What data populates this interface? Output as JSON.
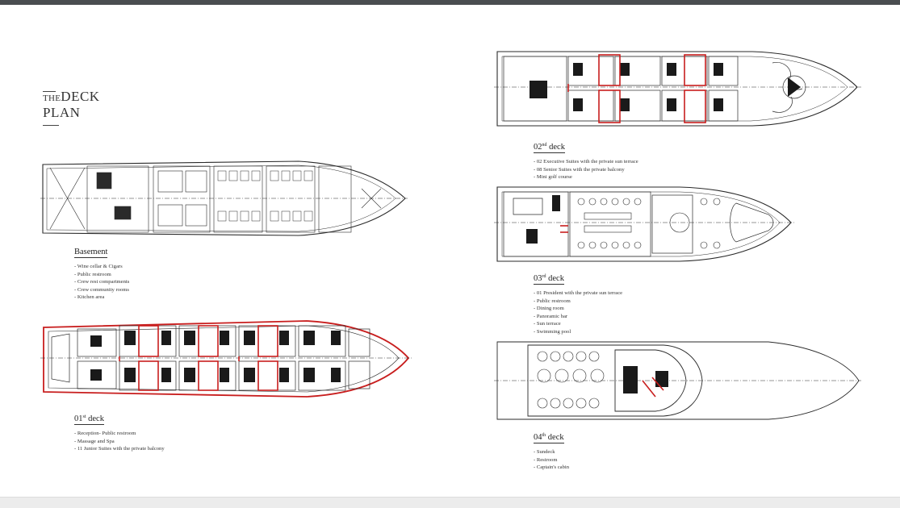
{
  "page": {
    "title_small": "THE",
    "title_line1": "DECK",
    "title_line2": "PLAN"
  },
  "decks": {
    "basement": {
      "title": "Basement",
      "features": [
        "- Wine cellar & Cigars",
        "- Public restroom",
        "- Crew rest compartments",
        "- Crew community rooms",
        "- Kitchen area"
      ]
    },
    "deck01": {
      "number": "01",
      "suffix": "st",
      "label": "deck",
      "features": [
        "- Reception- Public restroom",
        "- Massage and Spa",
        "- 11 Junior Suites with the private balcony"
      ]
    },
    "deck02": {
      "number": "02",
      "suffix": "nd",
      "label": "deck",
      "features": [
        "- 02 Executive Suites with the private sun terrace",
        "- 08 Senior Suites with the private balcony",
        "- Mini golf course"
      ]
    },
    "deck03": {
      "number": "03",
      "suffix": "rd",
      "label": "deck",
      "features": [
        "- 01 President with the private sun terrace",
        "- Public restroom",
        "- Dining room",
        "- Panoramic bar",
        "- Sun terrace",
        "- Swimming pool"
      ]
    },
    "deck04": {
      "number": "04",
      "suffix": "th",
      "label": "deck",
      "features": [
        "- Sundeck",
        "- Restroom",
        "- Captain's cabin"
      ]
    }
  },
  "colors": {
    "line": "#2a2a2a",
    "accent": "#c81e1e",
    "top_bar": "#4a4d50"
  }
}
